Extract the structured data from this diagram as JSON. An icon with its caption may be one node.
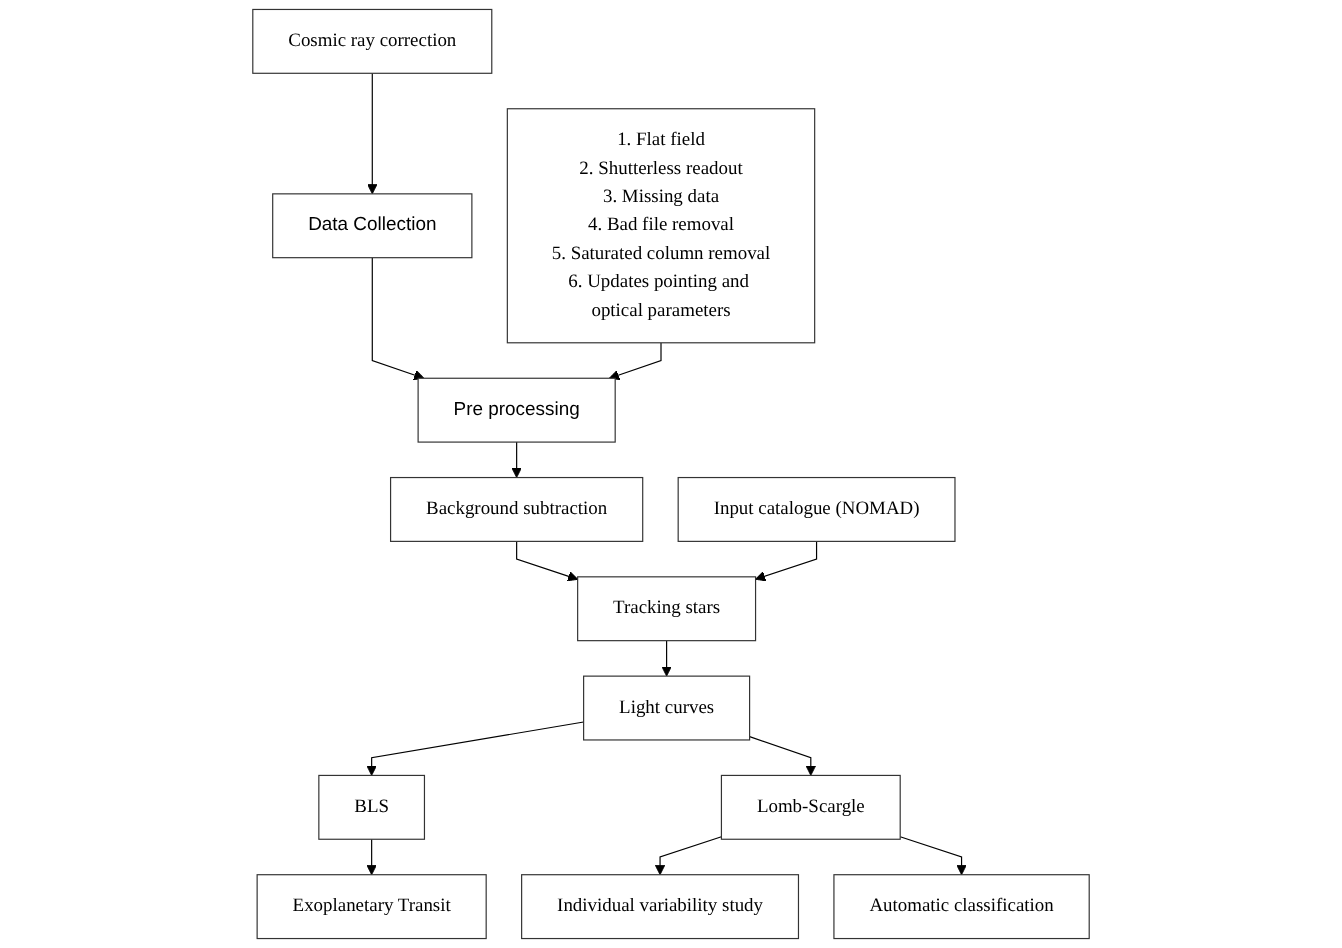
{
  "diagram": {
    "nodes": [
      {
        "text": [
          "Data Collection"
        ]
      },
      {
        "text": [
          "Cosmic ray correction"
        ]
      },
      {
        "text": [
          "Pre processing"
        ]
      },
      {
        "text": [
          "1. Flat field",
          "2. Shutterless readout",
          "3. Missing data",
          "4. Bad file removal",
          "5. Saturated column removal",
          "6. Updates pointing and optical parameters"
        ]
      },
      {
        "text": [
          "Background subtraction"
        ]
      },
      {
        "text": [
          "Input catalogue (NOMAD)"
        ]
      },
      {
        "text": [
          "Tracking stars"
        ]
      },
      {
        "text": [
          "Light curves"
        ]
      },
      {
        "text": [
          "BLS"
        ]
      },
      {
        "text": [
          "Lomb-Scargle"
        ]
      },
      {
        "text": [
          "Exoplanetary Transit"
        ]
      },
      {
        "text": [
          "Individual variability study"
        ]
      },
      {
        "text": [
          "Automatic classification"
        ]
      }
    ],
    "edges": [
      {
        "from": 0,
        "to": 2,
        "arrow": "to"
      },
      {
        "from": 1,
        "to": 0,
        "arrow": "to"
      },
      {
        "from": 3,
        "to": 2,
        "arrow": "to"
      },
      {
        "from": 2,
        "to": 4,
        "arrow": "to"
      },
      {
        "from": 4,
        "to": 6,
        "arrow": "to"
      },
      {
        "from": 5,
        "to": 6,
        "arrow": "to"
      },
      {
        "from": 6,
        "to": 7,
        "arrow": "to"
      },
      {
        "from": 7,
        "to": 8,
        "arrow": "to"
      },
      {
        "from": 7,
        "to": 9,
        "arrow": "to"
      },
      {
        "from": 8,
        "to": 10,
        "arrow": "to"
      },
      {
        "from": 9,
        "to": 11,
        "arrow": "to"
      },
      {
        "from": 9,
        "to": 12,
        "arrow": "to"
      }
    ]
  }
}
